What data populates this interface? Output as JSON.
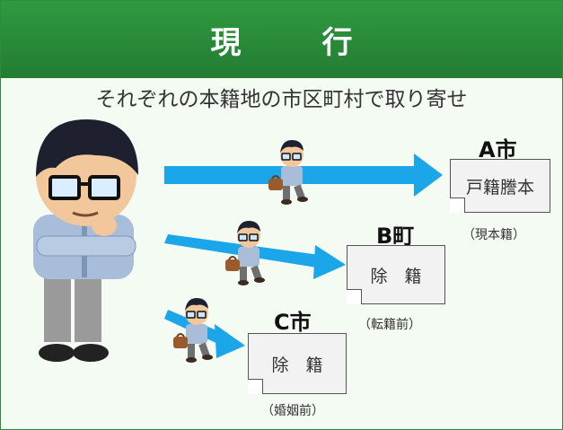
{
  "header": {
    "title": "現　行"
  },
  "subtitle": "それぞれの本籍地の市区町村で取り寄せ",
  "offices": [
    {
      "place": "A市",
      "document": "戸籍謄本",
      "note": "（現本籍）"
    },
    {
      "place": "B町",
      "document": "除　籍",
      "note": "（転籍前）"
    },
    {
      "place": "C市",
      "document": "除　籍",
      "note": "（婚姻前）"
    }
  ],
  "colors": {
    "header": "#2a8b3a",
    "arrow": "#1aa6e8",
    "background": "#f4fbf2"
  },
  "icons": [
    "thinking-man-icon",
    "walking-man-with-bag-icon",
    "arrow-icon",
    "document-icon"
  ]
}
